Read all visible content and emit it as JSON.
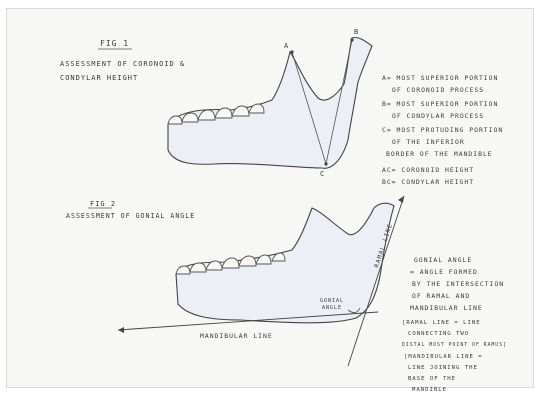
{
  "fig1": {
    "heading": "FIG 1",
    "title_line1": "ASSESSMENT OF CORONOID &",
    "title_line2": "CONDYLAR HEIGHT",
    "point_a": "A",
    "point_b": "B",
    "point_c": "C",
    "legend": [
      "A= MOST SUPERIOR PORTION",
      "OF CORONOID PROCESS",
      "B= MOST SUPERIOR PORTION",
      "OF CONDYLAR PROCESS",
      "C= MOST PROTUDING PORTION",
      "OF THE INFERIOR",
      "BORDER OF THE MANDIBLE",
      "AC= CORONOID HEIGHT",
      "BC= CONDYLAR HEIGHT"
    ]
  },
  "fig2": {
    "heading": "FIG 2",
    "title": "ASSESSMENT OF GONIAL ANGLE",
    "ramal_line_label": "RAMAL LINE",
    "mandibular_line_label": "MANDIBULAR LINE",
    "gonial_angle_small_1": "GONIAL",
    "gonial_angle_small_2": "ANGLE",
    "definition": [
      "GONIAL ANGLE",
      "= ANGLE FORMED",
      "BY THE INTERSECTION",
      "OF RAMAL AND",
      "MANDIBULAR LINE"
    ],
    "ramal_note": [
      "[RAMAL LINE = LINE",
      "CONNECTING TWO",
      "DISTAL MOST POINT OF RAMUS]"
    ],
    "mandibular_note": [
      "[MANDIBULAR LINE =",
      "LINE JOINING THE",
      "BASE OF THE",
      "MANDIBLE"
    ]
  }
}
